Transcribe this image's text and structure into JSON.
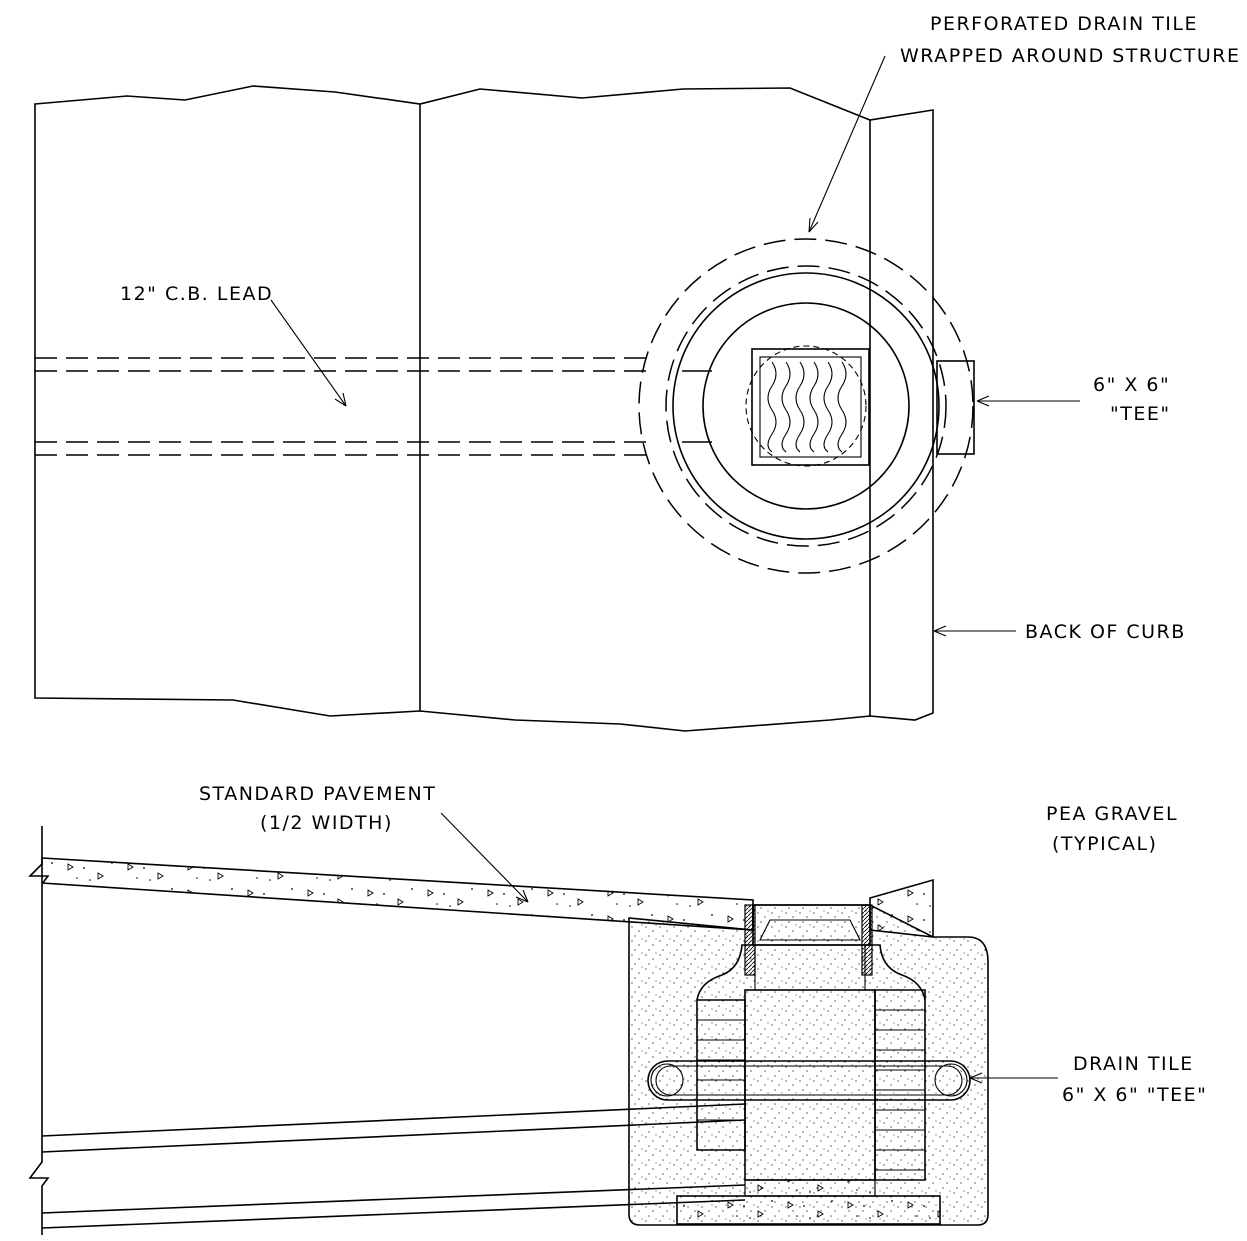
{
  "labels": {
    "perforated_line1": "PERFORATED DRAIN TILE",
    "perforated_line2": "WRAPPED AROUND STRUCTURE",
    "cb_lead": "12\" C.B. LEAD",
    "tee_top_line1": "6\" X 6\"",
    "tee_top_line2": "\"TEE\"",
    "back_of_curb": "BACK OF CURB",
    "pavement_line1": "STANDARD PAVEMENT",
    "pavement_line2": "(1/2 WIDTH)",
    "pea_gravel_line1": "PEA GRAVEL",
    "pea_gravel_line2": "(TYPICAL)",
    "drain_tile_line1": "DRAIN TILE",
    "drain_tile_line2": "6\" X 6\" \"TEE\""
  }
}
